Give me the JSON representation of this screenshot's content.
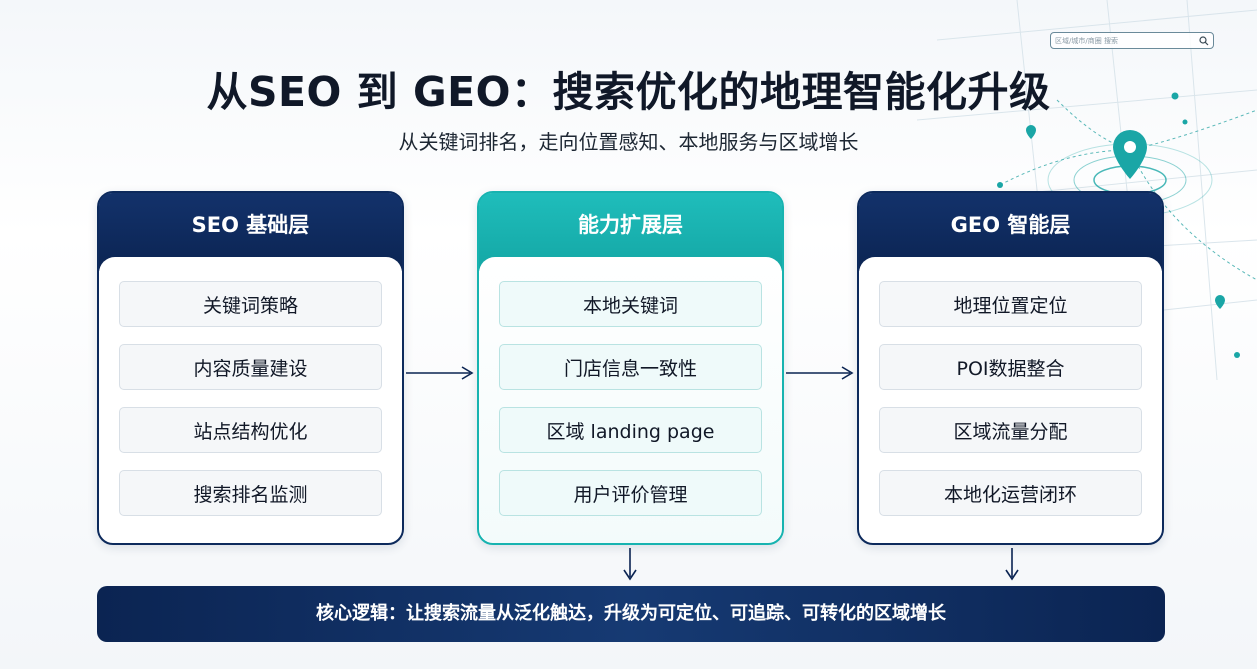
{
  "search": {
    "placeholder": "区域/城市/商圈 搜索"
  },
  "title": "从SEO 到 GEO：搜索优化的地理智能化升级",
  "subtitle": "从关键词排名，走向位置感知、本地服务与区域增长",
  "columns": [
    {
      "header": "SEO 基础层",
      "items": [
        "关键词策略",
        "内容质量建设",
        "站点结构优化",
        "搜索排名监测"
      ]
    },
    {
      "header": "能力扩展层",
      "items": [
        "本地关键词",
        "门店信息一致性",
        "区域 landing page",
        "用户评价管理"
      ]
    },
    {
      "header": "GEO 智能层",
      "items": [
        "地理位置定位",
        "POI数据整合",
        "区域流量分配",
        "本地化运营闭环"
      ]
    }
  ],
  "footer": "核心逻辑：让搜索流量从泛化触达，升级为可定位、可追踪、可转化的区域增长",
  "colors": {
    "navy": "#0b2452",
    "teal": "#17b3b0",
    "map_accent": "#1aa6a6"
  }
}
